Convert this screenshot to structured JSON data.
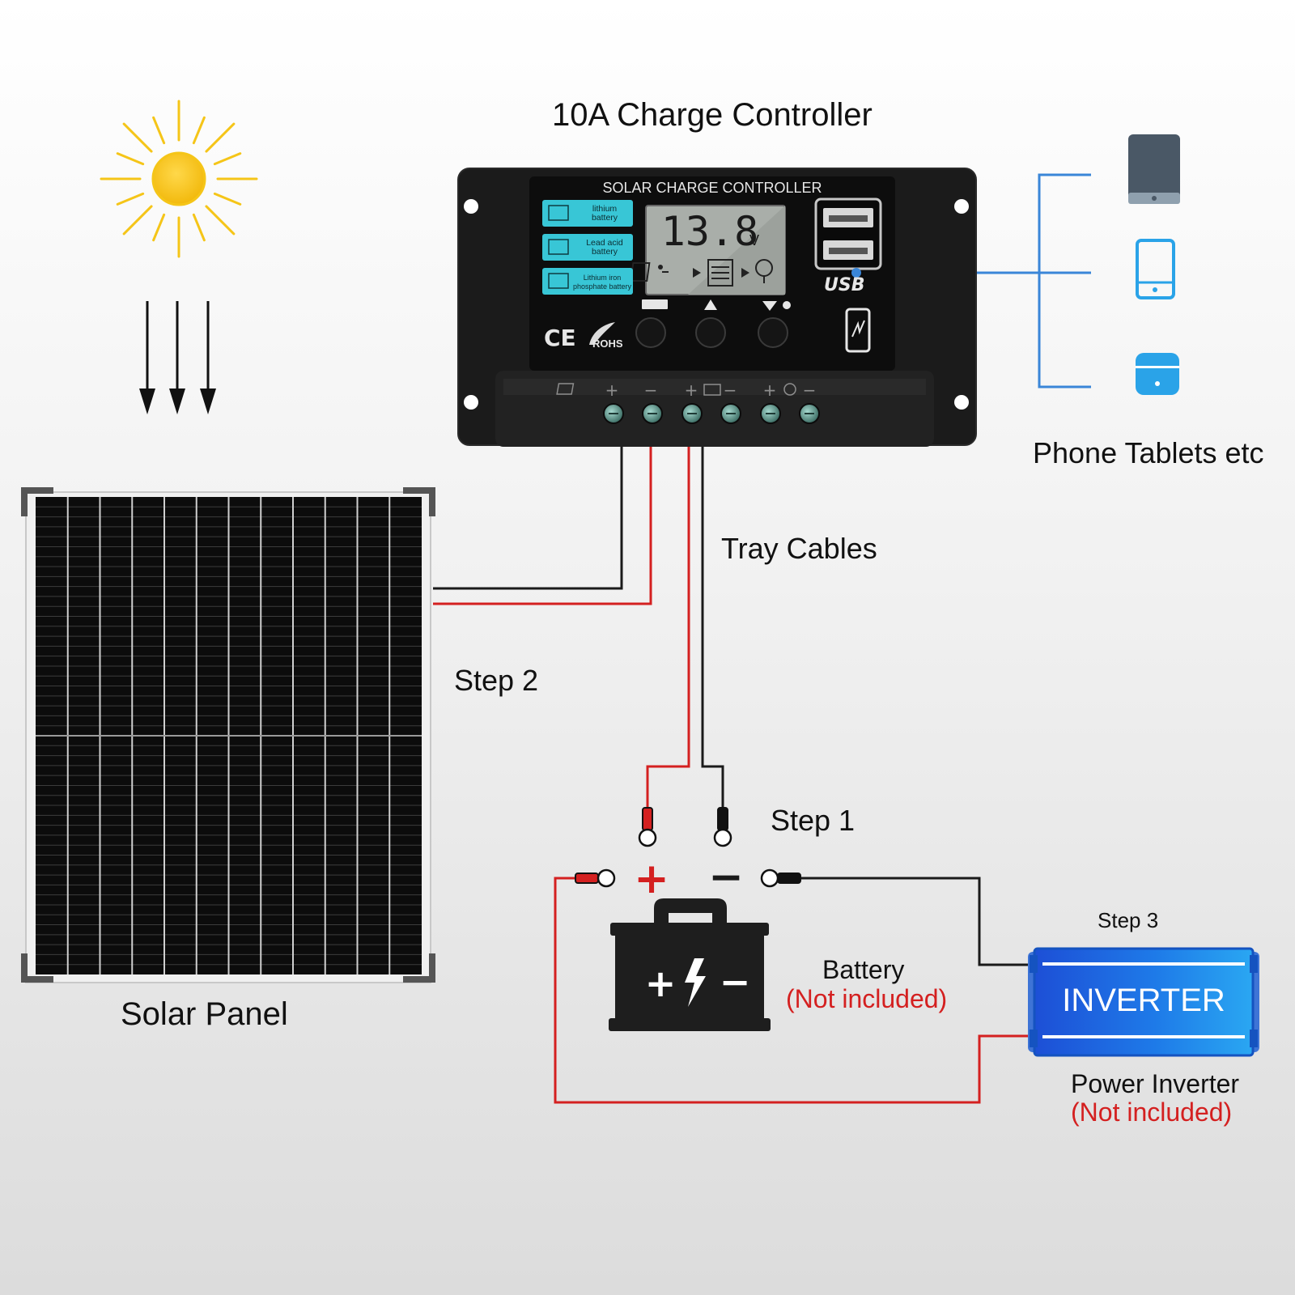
{
  "labels": {
    "charge_controller": "10A Charge Controller",
    "phone_tablets": "Phone Tablets etc",
    "tray_cables": "Tray Cables",
    "step2": "Step 2",
    "step1": "Step 1",
    "step3": "Step 3",
    "solar_panel": "Solar Panel",
    "battery": "Battery",
    "battery_note": "(Not included)",
    "power_inverter": "Power Inverter",
    "inverter_note": "(Not included)"
  },
  "controller": {
    "header": "SOLAR CHARGE CONTROLLER",
    "voltage_value": "13.8",
    "voltage_unit": "V",
    "battery_types": [
      {
        "line1": "lithium",
        "line2": "battery"
      },
      {
        "line1": "Lead acid",
        "line2": "battery"
      },
      {
        "line1": "Lithium iron",
        "line2": "phosphate battery"
      }
    ],
    "usb_label": "USB",
    "ce_mark": "CE",
    "rohs_mark": "ROHS",
    "terminal_signs": [
      "+",
      "−",
      "+",
      "−",
      "+",
      "−"
    ]
  },
  "battery_symbols": {
    "plus": "+",
    "minus": "−"
  },
  "inverter": {
    "label": "INVERTER"
  },
  "colors": {
    "wire_red": "#d42020",
    "wire_black": "#1a1a1a",
    "usb_line_blue": "#3a86d8",
    "lcd_cyan": "#38c6d6",
    "sun_yellow": "#f5c518",
    "inverter_blue": "#1e6fe0",
    "device_blue": "#2aa3e8",
    "device_gray": "#4a5866"
  }
}
